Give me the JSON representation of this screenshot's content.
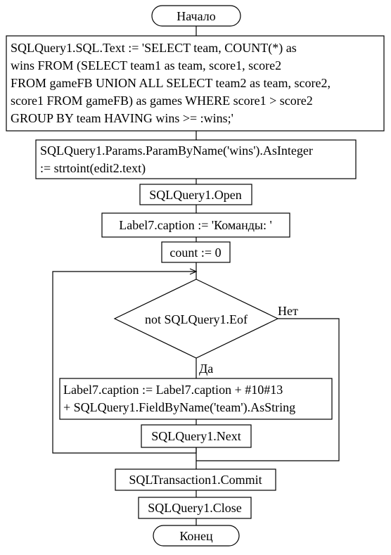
{
  "flowchart": {
    "start": "Начало",
    "end": "Конец",
    "sql_text_lines": [
      "SQLQuery1.SQL.Text := 'SELECT team, COUNT(*) as",
      "wins FROM (SELECT team1 as team, score1, score2",
      "FROM gameFB UNION ALL SELECT team2 as team, score2,",
      "score1 FROM gameFB) as games WHERE score1 > score2",
      "GROUP BY team HAVING wins >= :wins;'"
    ],
    "param_lines": [
      "SQLQuery1.Params.ParamByName('wins').AsInteger",
      ":= strtoint(edit2.text)"
    ],
    "open": "SQLQuery1.Open",
    "label_init": "Label7.caption := 'Команды: '",
    "count_init": "count := 0",
    "condition": "not SQLQuery1.Eof",
    "yes_label": "Да",
    "no_label": "Нет",
    "loop_body_lines": [
      "Label7.caption := Label7.caption + #10#13",
      "+ SQLQuery1.FieldByName('team').AsString"
    ],
    "next": "SQLQuery1.Next",
    "commit": "SQLTransaction1.Commit",
    "close": "SQLQuery1.Close"
  }
}
